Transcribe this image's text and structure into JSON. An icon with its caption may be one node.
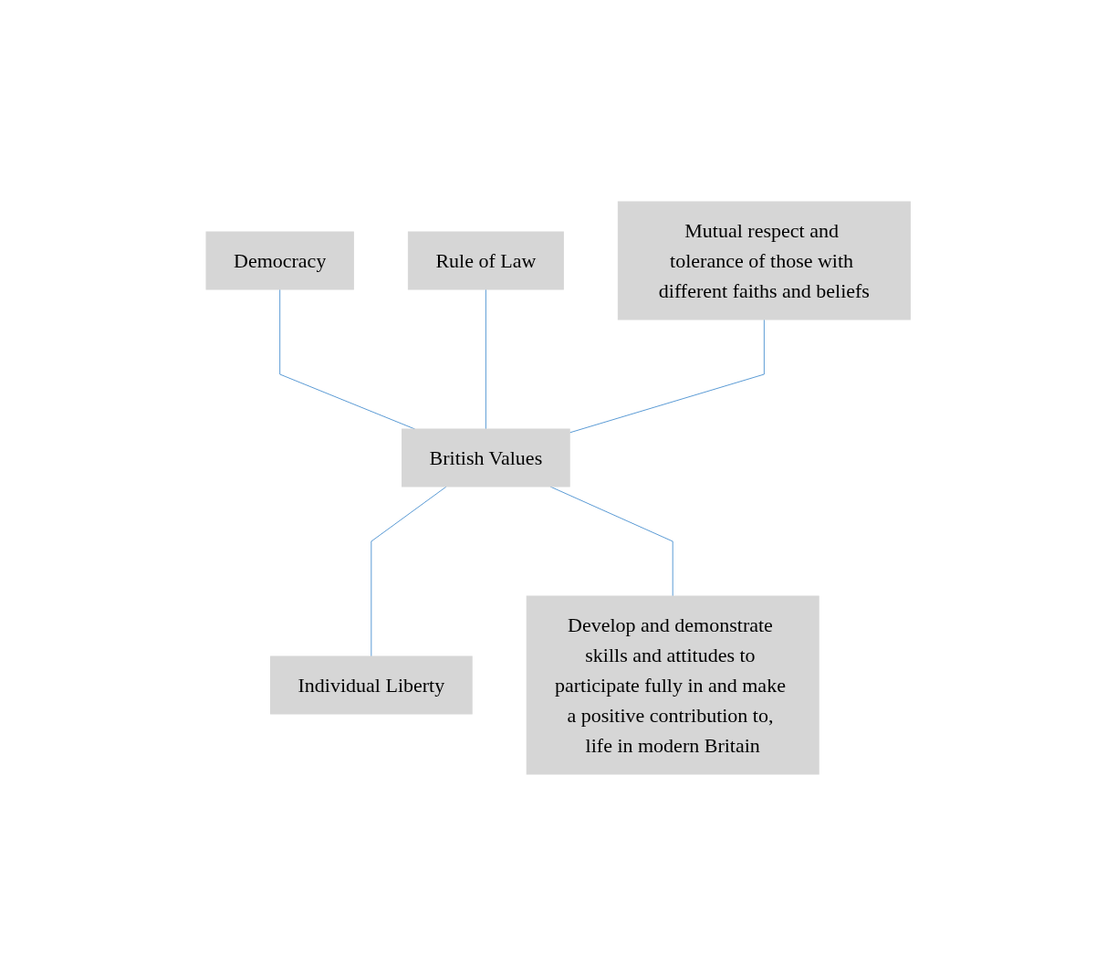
{
  "diagram": {
    "nodes": [
      {
        "text": [
          "Rule of Law"
        ]
      },
      {
        "text": [
          "Mutual respect and tolerance of those with different faiths and beliefs"
        ]
      },
      {
        "text": [
          "Democracy"
        ]
      },
      {
        "text": [
          "British Values"
        ]
      },
      {
        "text": [
          "Develop and demonstrate skills and attitudes to participate fully in and make a positive contribution to, life in modern Britain"
        ]
      },
      {
        "text": [
          "Individual Liberty"
        ]
      }
    ],
    "edges": [
      {
        "from": 2,
        "to": 3,
        "arrow": "none"
      },
      {
        "from": 0,
        "to": 3,
        "arrow": "none"
      },
      {
        "from": 1,
        "to": 3,
        "arrow": "none"
      },
      {
        "from": 3,
        "to": 5,
        "arrow": "none"
      },
      {
        "from": 3,
        "to": 4,
        "arrow": "none"
      }
    ]
  }
}
